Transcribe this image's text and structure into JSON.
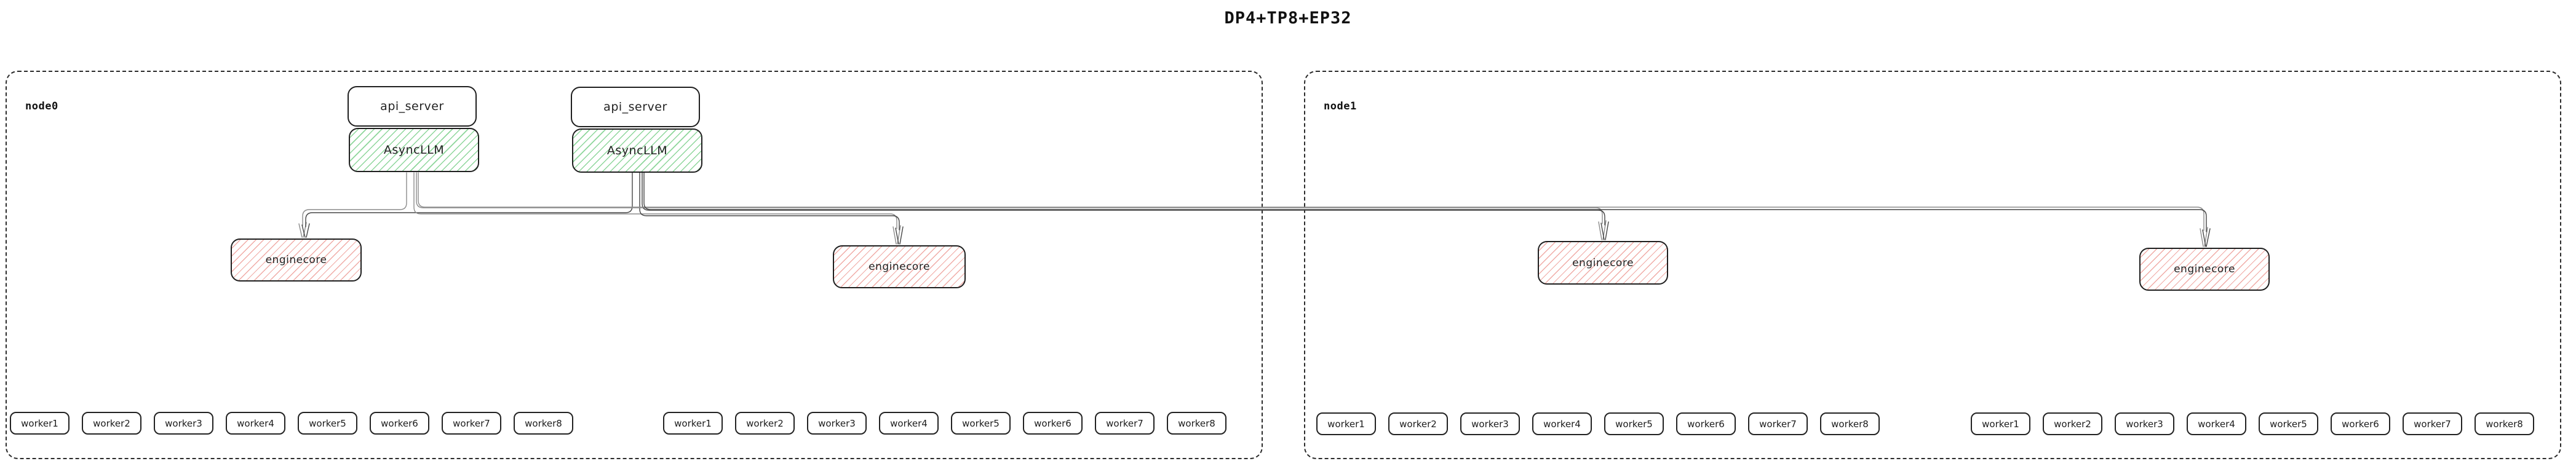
{
  "title": "DP4+TP8+EP32",
  "node0": {
    "label": "node0",
    "stacks": [
      {
        "api_server": "api_server",
        "asyncllm": "AsyncLLM"
      },
      {
        "api_server": "api_server",
        "asyncllm": "AsyncLLM"
      }
    ],
    "enginecores": [
      "enginecore",
      "enginecore"
    ],
    "worker_groups": [
      [
        "worker1",
        "worker2",
        "worker3",
        "worker4",
        "worker5",
        "worker6",
        "worker7",
        "worker8"
      ],
      [
        "worker1",
        "worker2",
        "worker3",
        "worker4",
        "worker5",
        "worker6",
        "worker7",
        "worker8"
      ]
    ]
  },
  "node1": {
    "label": "node1",
    "enginecores": [
      "enginecore",
      "enginecore"
    ],
    "worker_groups": [
      [
        "worker1",
        "worker2",
        "worker3",
        "worker4",
        "worker5",
        "worker6",
        "worker7",
        "worker8"
      ],
      [
        "worker1",
        "worker2",
        "worker3",
        "worker4",
        "worker5",
        "worker6",
        "worker7",
        "worker8"
      ]
    ]
  },
  "colors": {
    "asyncllm_hatch": "#8ed69b",
    "enginecore_hatch": "#f0aba6",
    "box_border": "#1f1f1f",
    "node_border": "#2b2b2b",
    "edge_light": "#8c8c8c",
    "edge_dark": "#454545"
  }
}
